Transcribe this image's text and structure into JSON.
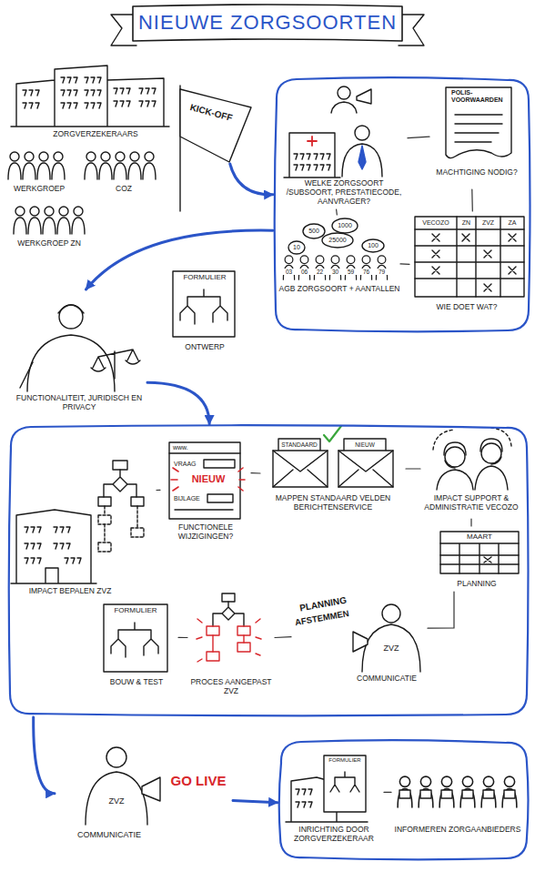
{
  "diagram": {
    "title": "NIEUWE ZORGSOORTEN",
    "nodes": [
      {
        "text": [
          "ZORGVERZEKERAARS"
        ]
      },
      {
        "text": [
          "WERKGROEP"
        ]
      },
      {
        "text": [
          "COZ"
        ]
      },
      {
        "text": [
          "WERKGROEP ZN"
        ]
      },
      {
        "text": [
          "KICK-OFF"
        ]
      },
      {
        "text": []
      },
      {
        "text": [
          "WELKE ZORGSOORT /SUBSOORT, PRESTATIECODE, AANVRAGER?"
        ],
        "in": 5
      },
      {
        "text": [
          "POLIS- VOORWAARDEN",
          "MACHTIGING NODIG?"
        ],
        "in": 5
      },
      {
        "text": [
          "AGB ZORGSOORT + AANTALLEN"
        ],
        "in": 5
      },
      {
        "text": [
          "WIE DOET WAT?"
        ],
        "in": 5
      },
      {
        "text": [
          "FUNCTIONALITEIT, JURIDISCH EN PRIVACY"
        ]
      },
      {
        "text": [
          "FORMULIER",
          "ONTWERP"
        ]
      },
      {
        "text": []
      },
      {
        "text": [
          "IMPACT BEPALEN ZVZ"
        ],
        "in": 12
      },
      {
        "text": [
          "FUNCTIONELE WIJZIGINGEN?"
        ],
        "in": 12
      },
      {
        "text": [
          "MAPPEN STANDAARD VELDEN BERICHTENSERVICE"
        ],
        "in": 12
      },
      {
        "text": [
          "IMPACT SUPPORT & ADMINISTRATIE VECOZO"
        ],
        "in": 12
      },
      {
        "text": [
          "PLANNING"
        ],
        "in": 12
      },
      {
        "text": [
          "COMMUNICATIE"
        ],
        "in": 12
      },
      {
        "text": [
          "PROCES AANGEPAST ZVZ"
        ],
        "in": 12
      },
      {
        "text": [
          "FORMULIER",
          "BOUW & TEST"
        ],
        "in": 12
      },
      {
        "text": [
          "COMMUNICATIE"
        ]
      },
      {
        "text": []
      },
      {
        "text": [
          "FORMULIER",
          "INRICHTING DOOR ZORGVERZEKERAAR"
        ],
        "in": 22
      },
      {
        "text": [
          "INFORMEREN ZORGAANBIEDERS"
        ],
        "in": 22
      }
    ],
    "edges": [
      {
        "from": 4,
        "to": 5,
        "arrow": "to"
      },
      {
        "from": 6,
        "to": 7,
        "arrow": "none"
      },
      {
        "from": 6,
        "to": 8,
        "arrow": "none"
      },
      {
        "from": 7,
        "to": 9,
        "arrow": "none"
      },
      {
        "from": 8,
        "to": 9,
        "arrow": "none"
      },
      {
        "from": 5,
        "to": 10,
        "arrow": "to"
      },
      {
        "from": 10,
        "to": 12,
        "arrow": "to"
      },
      {
        "from": 13,
        "to": 14,
        "arrow": "none"
      },
      {
        "from": 14,
        "to": 15,
        "arrow": "none"
      },
      {
        "from": 15,
        "to": 16,
        "arrow": "none"
      },
      {
        "from": 16,
        "to": 17,
        "arrow": "none"
      },
      {
        "from": 17,
        "to": 18,
        "arrow": "none"
      },
      {
        "from": 18,
        "to": 19,
        "arrow": "none"
      },
      {
        "from": 19,
        "to": 20,
        "arrow": "none"
      },
      {
        "from": 12,
        "to": 21,
        "arrow": "to"
      },
      {
        "from": 21,
        "to": 22,
        "arrow": "to"
      },
      {
        "from": 23,
        "to": 24,
        "arrow": "none"
      }
    ],
    "labels": [
      "10",
      "500",
      "1000",
      "25000",
      "100",
      "03",
      "06",
      "22",
      "30",
      "59",
      "76",
      "79",
      "VECOZO",
      "ZN",
      "ZVZ",
      "ZA",
      "www.",
      "VRAAG",
      "NIEUW",
      "BIJLAGE",
      "STANDAARD",
      "NIEUW",
      "MAART",
      "PLANNING",
      "AFSTEMMEN",
      "ZVZ",
      "ZVZ",
      "GO LIVE"
    ]
  }
}
